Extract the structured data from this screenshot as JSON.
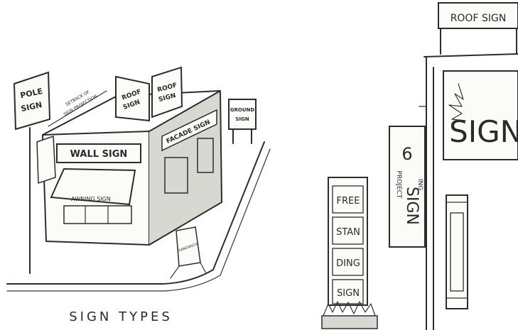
{
  "caption": "SIGN TYPES",
  "labels": {
    "pole_sign_1": "POLE",
    "pole_sign_2": "SIGN",
    "setback": "SETBACK OF",
    "projection": "SIGN PROJECTION",
    "roof_sign_left_1": "ROOF",
    "roof_sign_left_2": "SIGN",
    "roof_sign_mid_1": "ROOF",
    "roof_sign_mid_2": "SIGN",
    "ground_sign_1": "GROUND",
    "ground_sign_2": "SIGN",
    "wall_sign": "WALL SIGN",
    "facade_sign": "FACADE SIGN",
    "awning_sign": "AWNING SIGN",
    "sandwich": "SANDWICH",
    "roof_sign_right": "ROOF SIGN",
    "big_sign": "SIGN!",
    "project_letters": "PROJECT",
    "ing_letters": "ING",
    "project_sign": "SIGN",
    "free": "FREE",
    "stan": "STAN",
    "ding": "DING",
    "sign_small": "SIGN"
  }
}
